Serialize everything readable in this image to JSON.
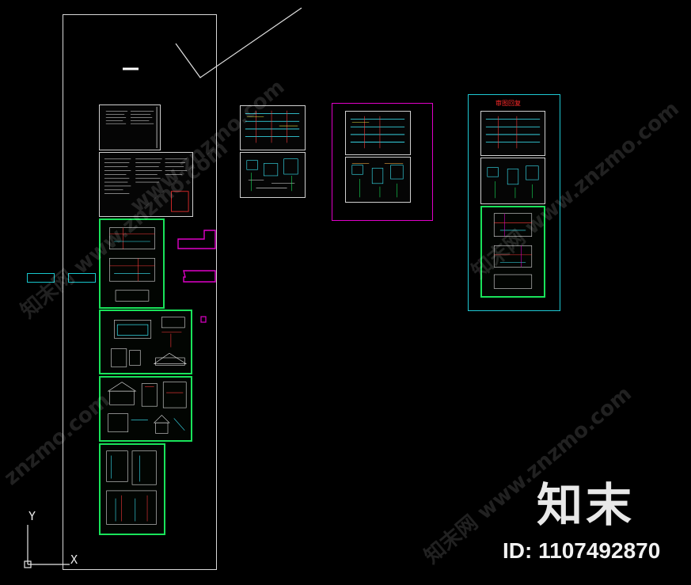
{
  "watermark": {
    "logo_text": "知末",
    "id_text": "ID: 1107492870",
    "diagonal_texts": [
      "知末网 www.znzmo.com",
      "www.znzmo.com",
      "知末网 www.znzmo.com",
      "znzmo.com"
    ]
  },
  "drawing": {
    "ucs_x_label": "X",
    "ucs_y_label": "Y",
    "review_label": "审图回复"
  },
  "colors": {
    "background": "#000000",
    "frame_white": "#d8d8d8",
    "sheet_green": "#19e35a",
    "magenta": "#e000c8",
    "cyan": "#1ec8d4",
    "label_red": "#ff2a2a"
  }
}
